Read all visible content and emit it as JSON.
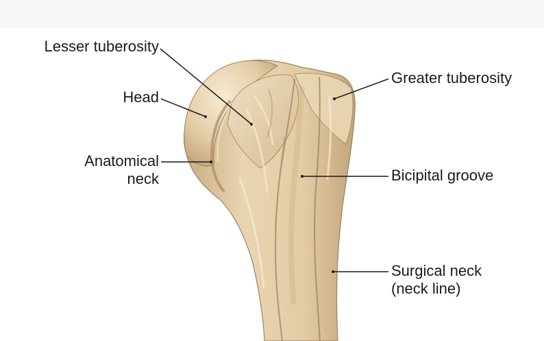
{
  "labels": {
    "lesser_tuberosity": "Lesser tuberosity",
    "head": "Head",
    "anatomical_neck": [
      "Anatomical",
      "neck"
    ],
    "greater_tuberosity": "Greater tuberosity",
    "bicipital_groove": "Bicipital groove",
    "surgical_neck": [
      "Surgical neck",
      "(neck line)"
    ]
  },
  "colors": {
    "bone_base": "#e7d2ad",
    "bone_light": "#f3e6cb",
    "bone_shadow": "#c9ad82",
    "bone_dark": "#9c8160",
    "leader_line": "#1a1a1a",
    "label_text": "#1a1a1a"
  }
}
